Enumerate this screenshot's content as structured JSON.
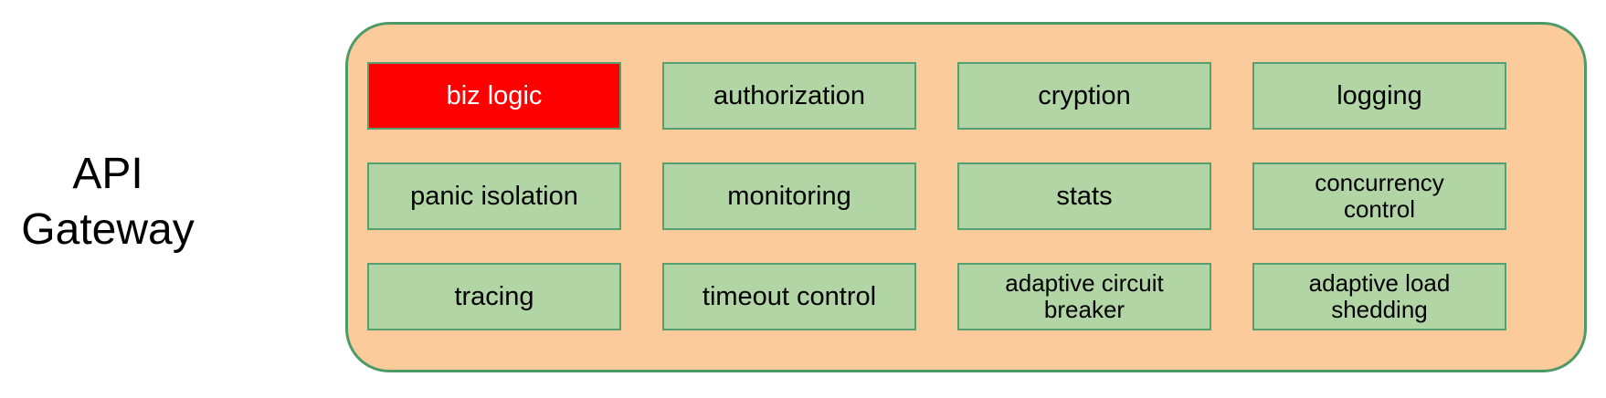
{
  "side_label": {
    "text": "API Gateway"
  },
  "gateway": {
    "features": [
      {
        "label": "biz logic",
        "highlighted": true
      },
      {
        "label": "authorization",
        "highlighted": false
      },
      {
        "label": "cryption",
        "highlighted": false
      },
      {
        "label": "logging",
        "highlighted": false
      },
      {
        "label": "panic isolation",
        "highlighted": false
      },
      {
        "label": "monitoring",
        "highlighted": false
      },
      {
        "label": "stats",
        "highlighted": false
      },
      {
        "label": "concurrency\ncontrol",
        "highlighted": false
      },
      {
        "label": "tracing",
        "highlighted": false
      },
      {
        "label": "timeout control",
        "highlighted": false
      },
      {
        "label": "adaptive circuit\nbreaker",
        "highlighted": false
      },
      {
        "label": "adaptive load\nshedding",
        "highlighted": false
      }
    ]
  },
  "colors": {
    "container_fill": "#FBCB9B",
    "container_border": "#4D9A67",
    "box_fill": "#B2D5A6",
    "box_border": "#54A070",
    "highlight_fill": "#FE0000",
    "highlight_text": "#FFFFFF",
    "text": "#000000"
  }
}
